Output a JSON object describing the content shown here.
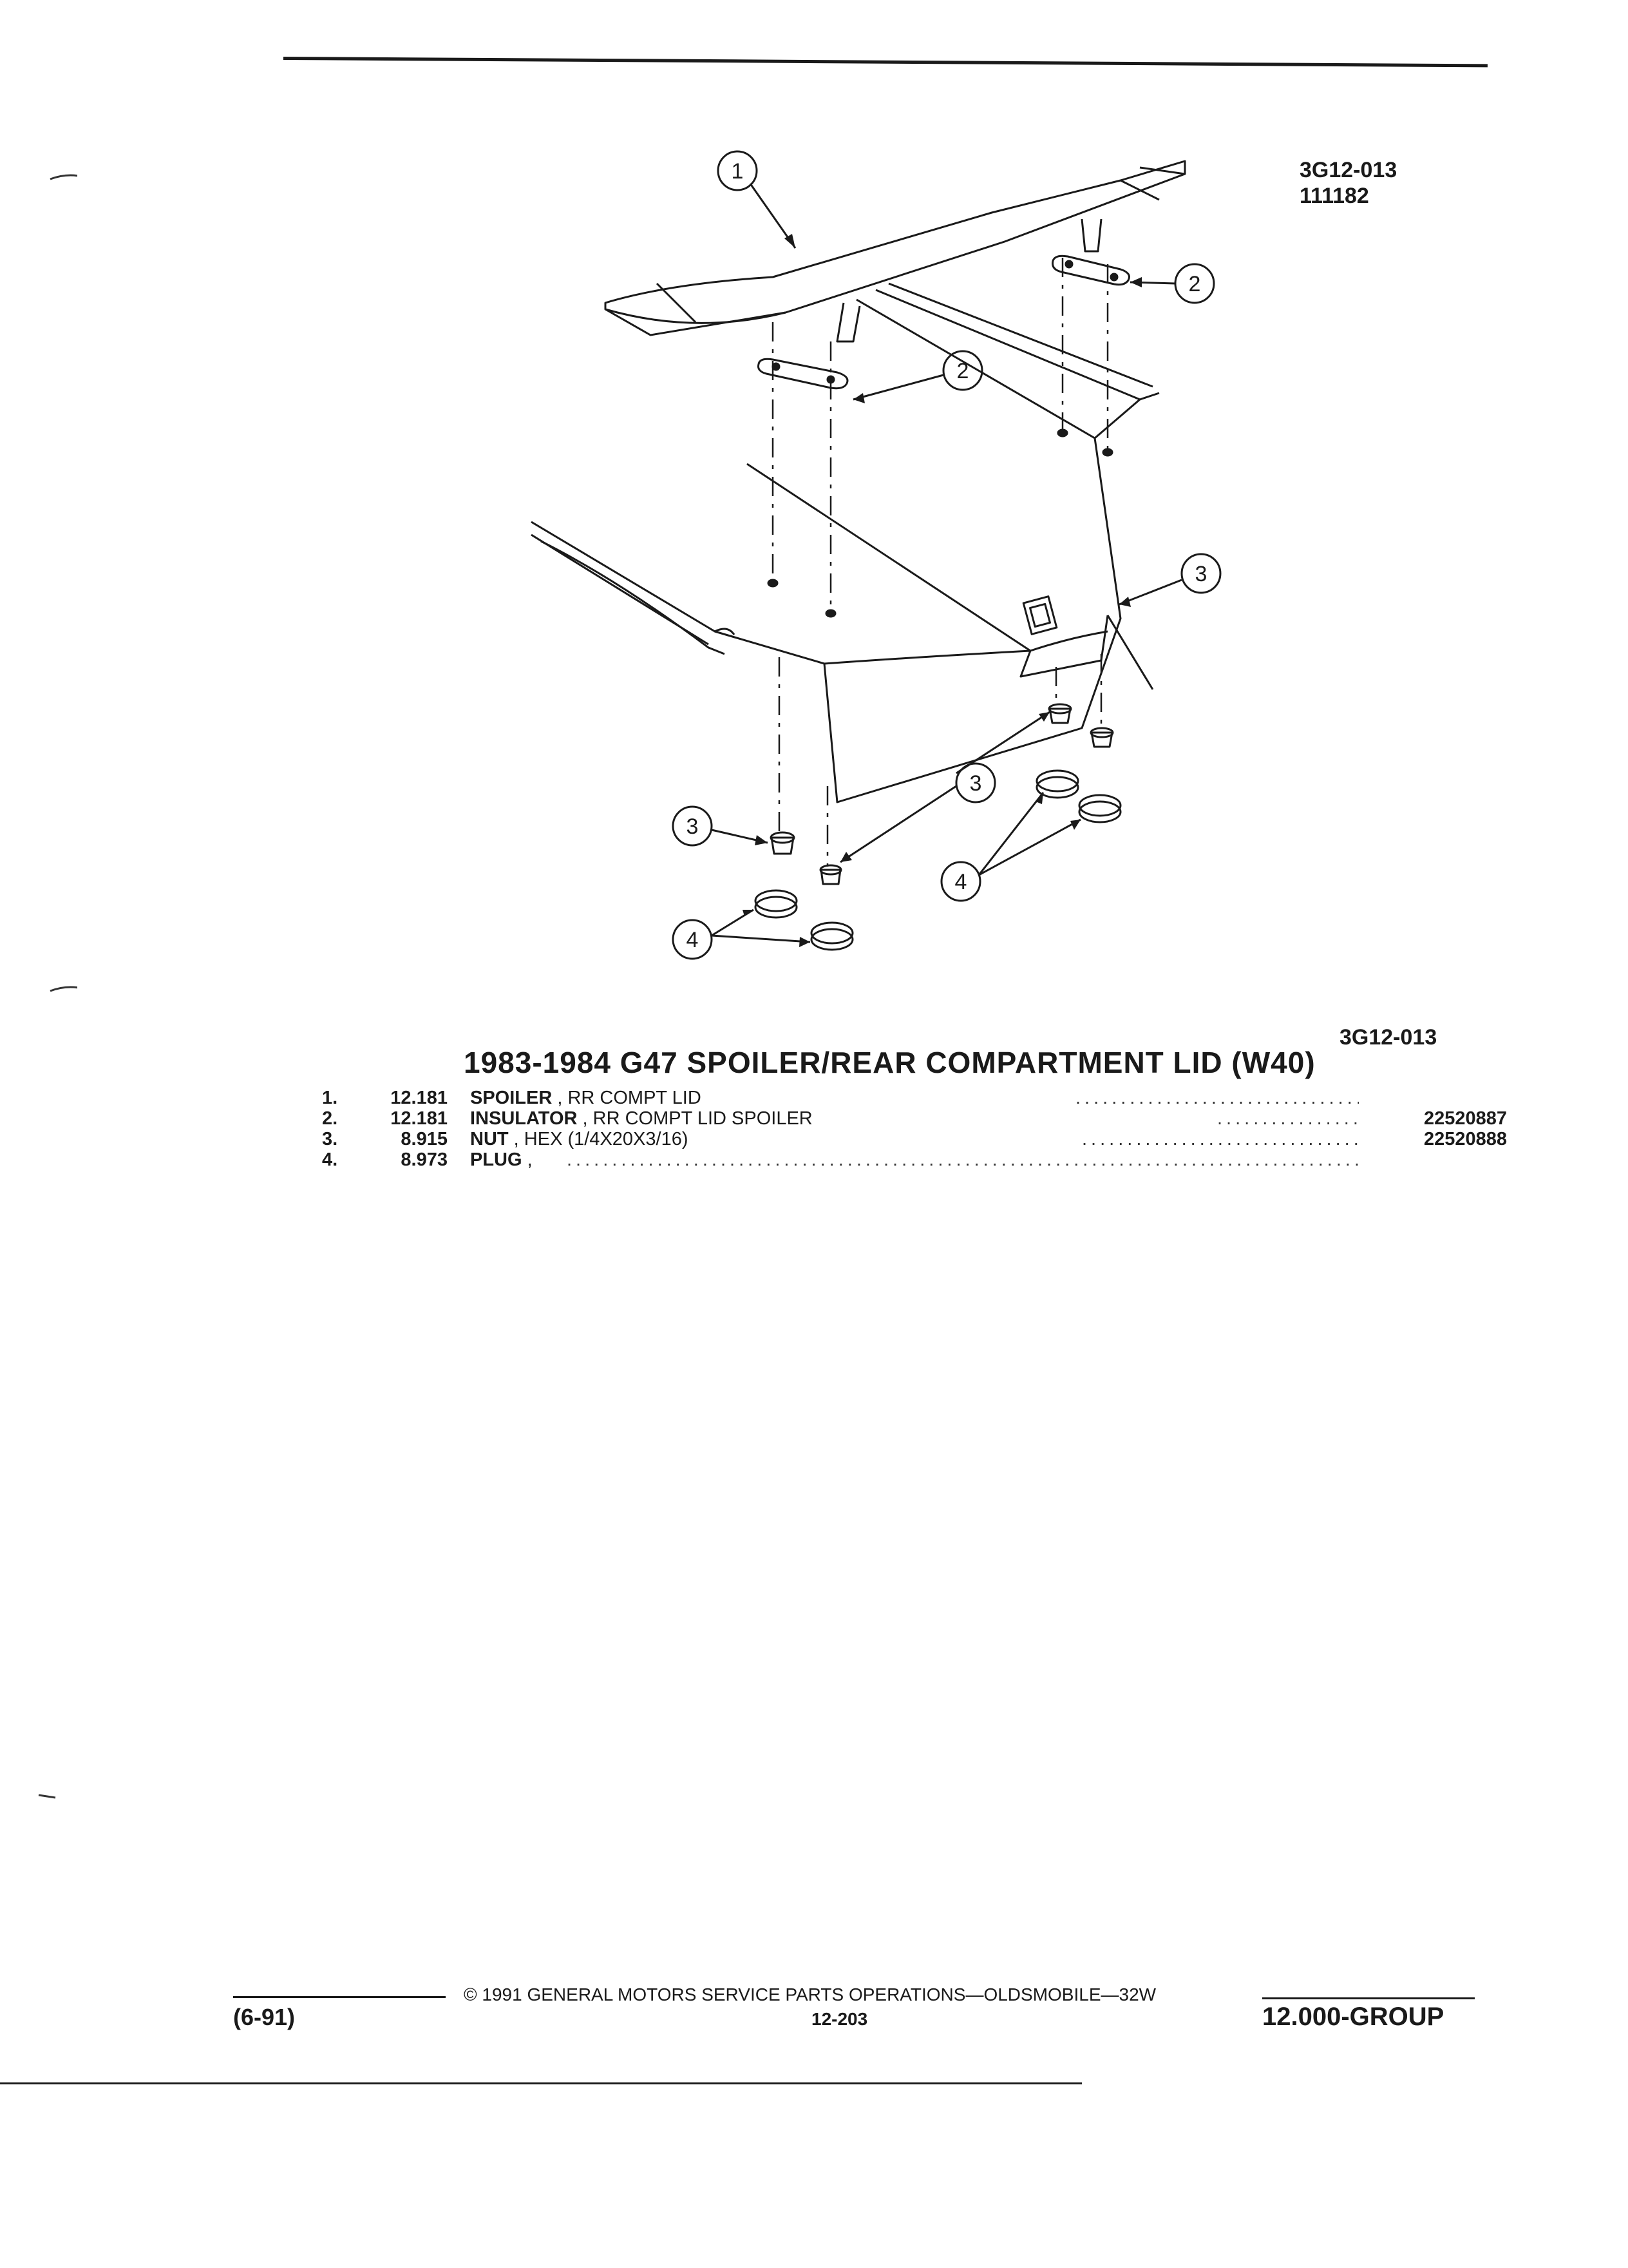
{
  "header": {
    "ref_code": "3G12-013",
    "ref_date": "111182"
  },
  "diagram": {
    "callouts": [
      "1",
      "2",
      "3",
      "4"
    ]
  },
  "caption_ref": "3G12-013",
  "section_title": "1983-1984 G47 SPOILER/REAR COMPARTMENT LID (W40)",
  "parts": [
    {
      "num": "1.",
      "code": "12.181",
      "name": "SPOILER",
      "sep": " , ",
      "detail": "RR COMPT LID",
      "part_no": ""
    },
    {
      "num": "2.",
      "code": "12.181",
      "name": "INSULATOR",
      "sep": " , ",
      "detail": "RR COMPT LID SPOILER",
      "part_no": "22520887"
    },
    {
      "num": "3.",
      "code": "8.915",
      "name": "NUT",
      "sep": " , ",
      "detail": "HEX (1/4X20X3/16)",
      "part_no": "22520888"
    },
    {
      "num": "4.",
      "code": "8.973",
      "name": "PLUG",
      "sep": " ,",
      "detail": "",
      "part_no": ""
    }
  ],
  "footer": {
    "date_code": "(6-91)",
    "copyright": "© 1991 GENERAL MOTORS SERVICE PARTS OPERATIONS—OLDSMOBILE—32W",
    "page_number": "12-203",
    "group": "12.000-GROUP"
  }
}
